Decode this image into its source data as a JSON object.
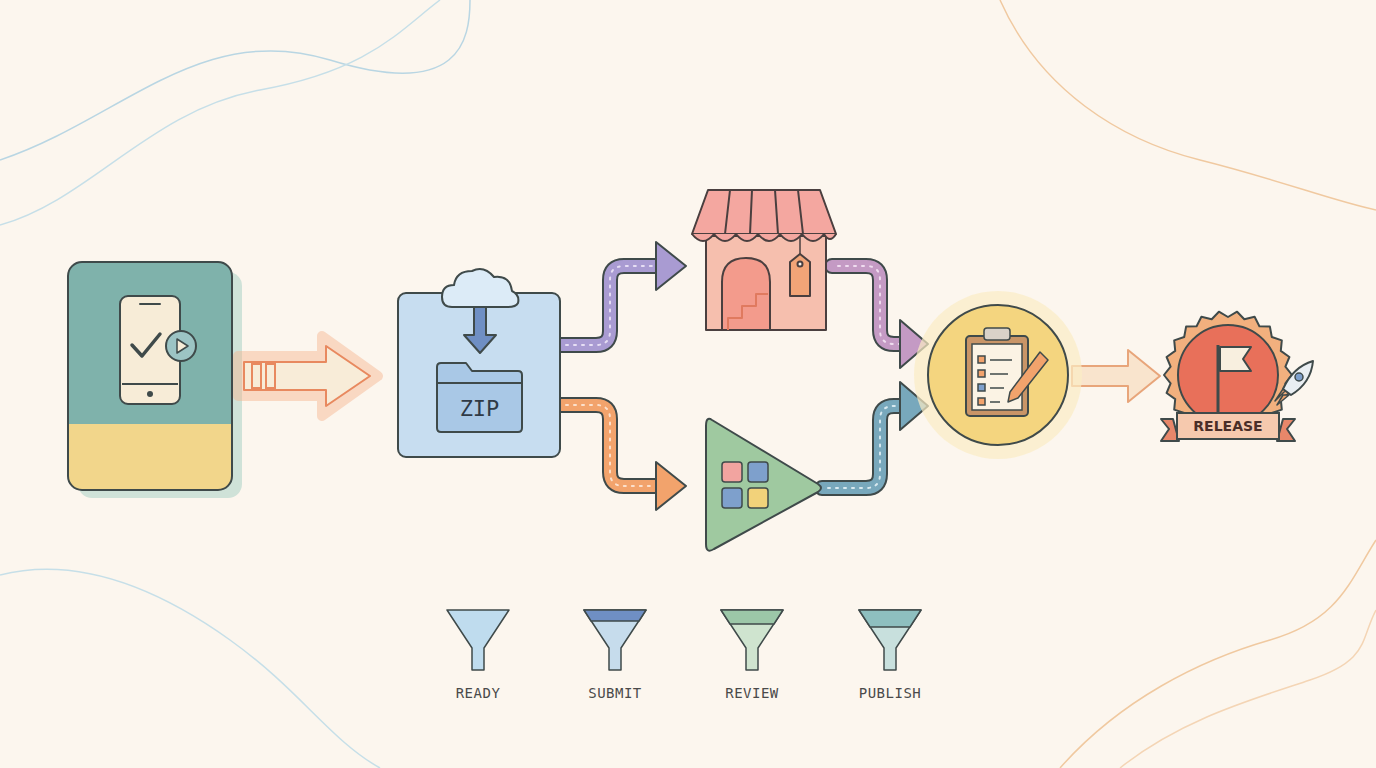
{
  "diagram": {
    "nodes": [
      {
        "text": [
          "ZIP"
        ]
      },
      {
        "text": [
          "RELEASE"
        ]
      }
    ],
    "labels": [
      "READY",
      "SUBMIT",
      "REVIEW",
      "PUBLISH"
    ]
  }
}
